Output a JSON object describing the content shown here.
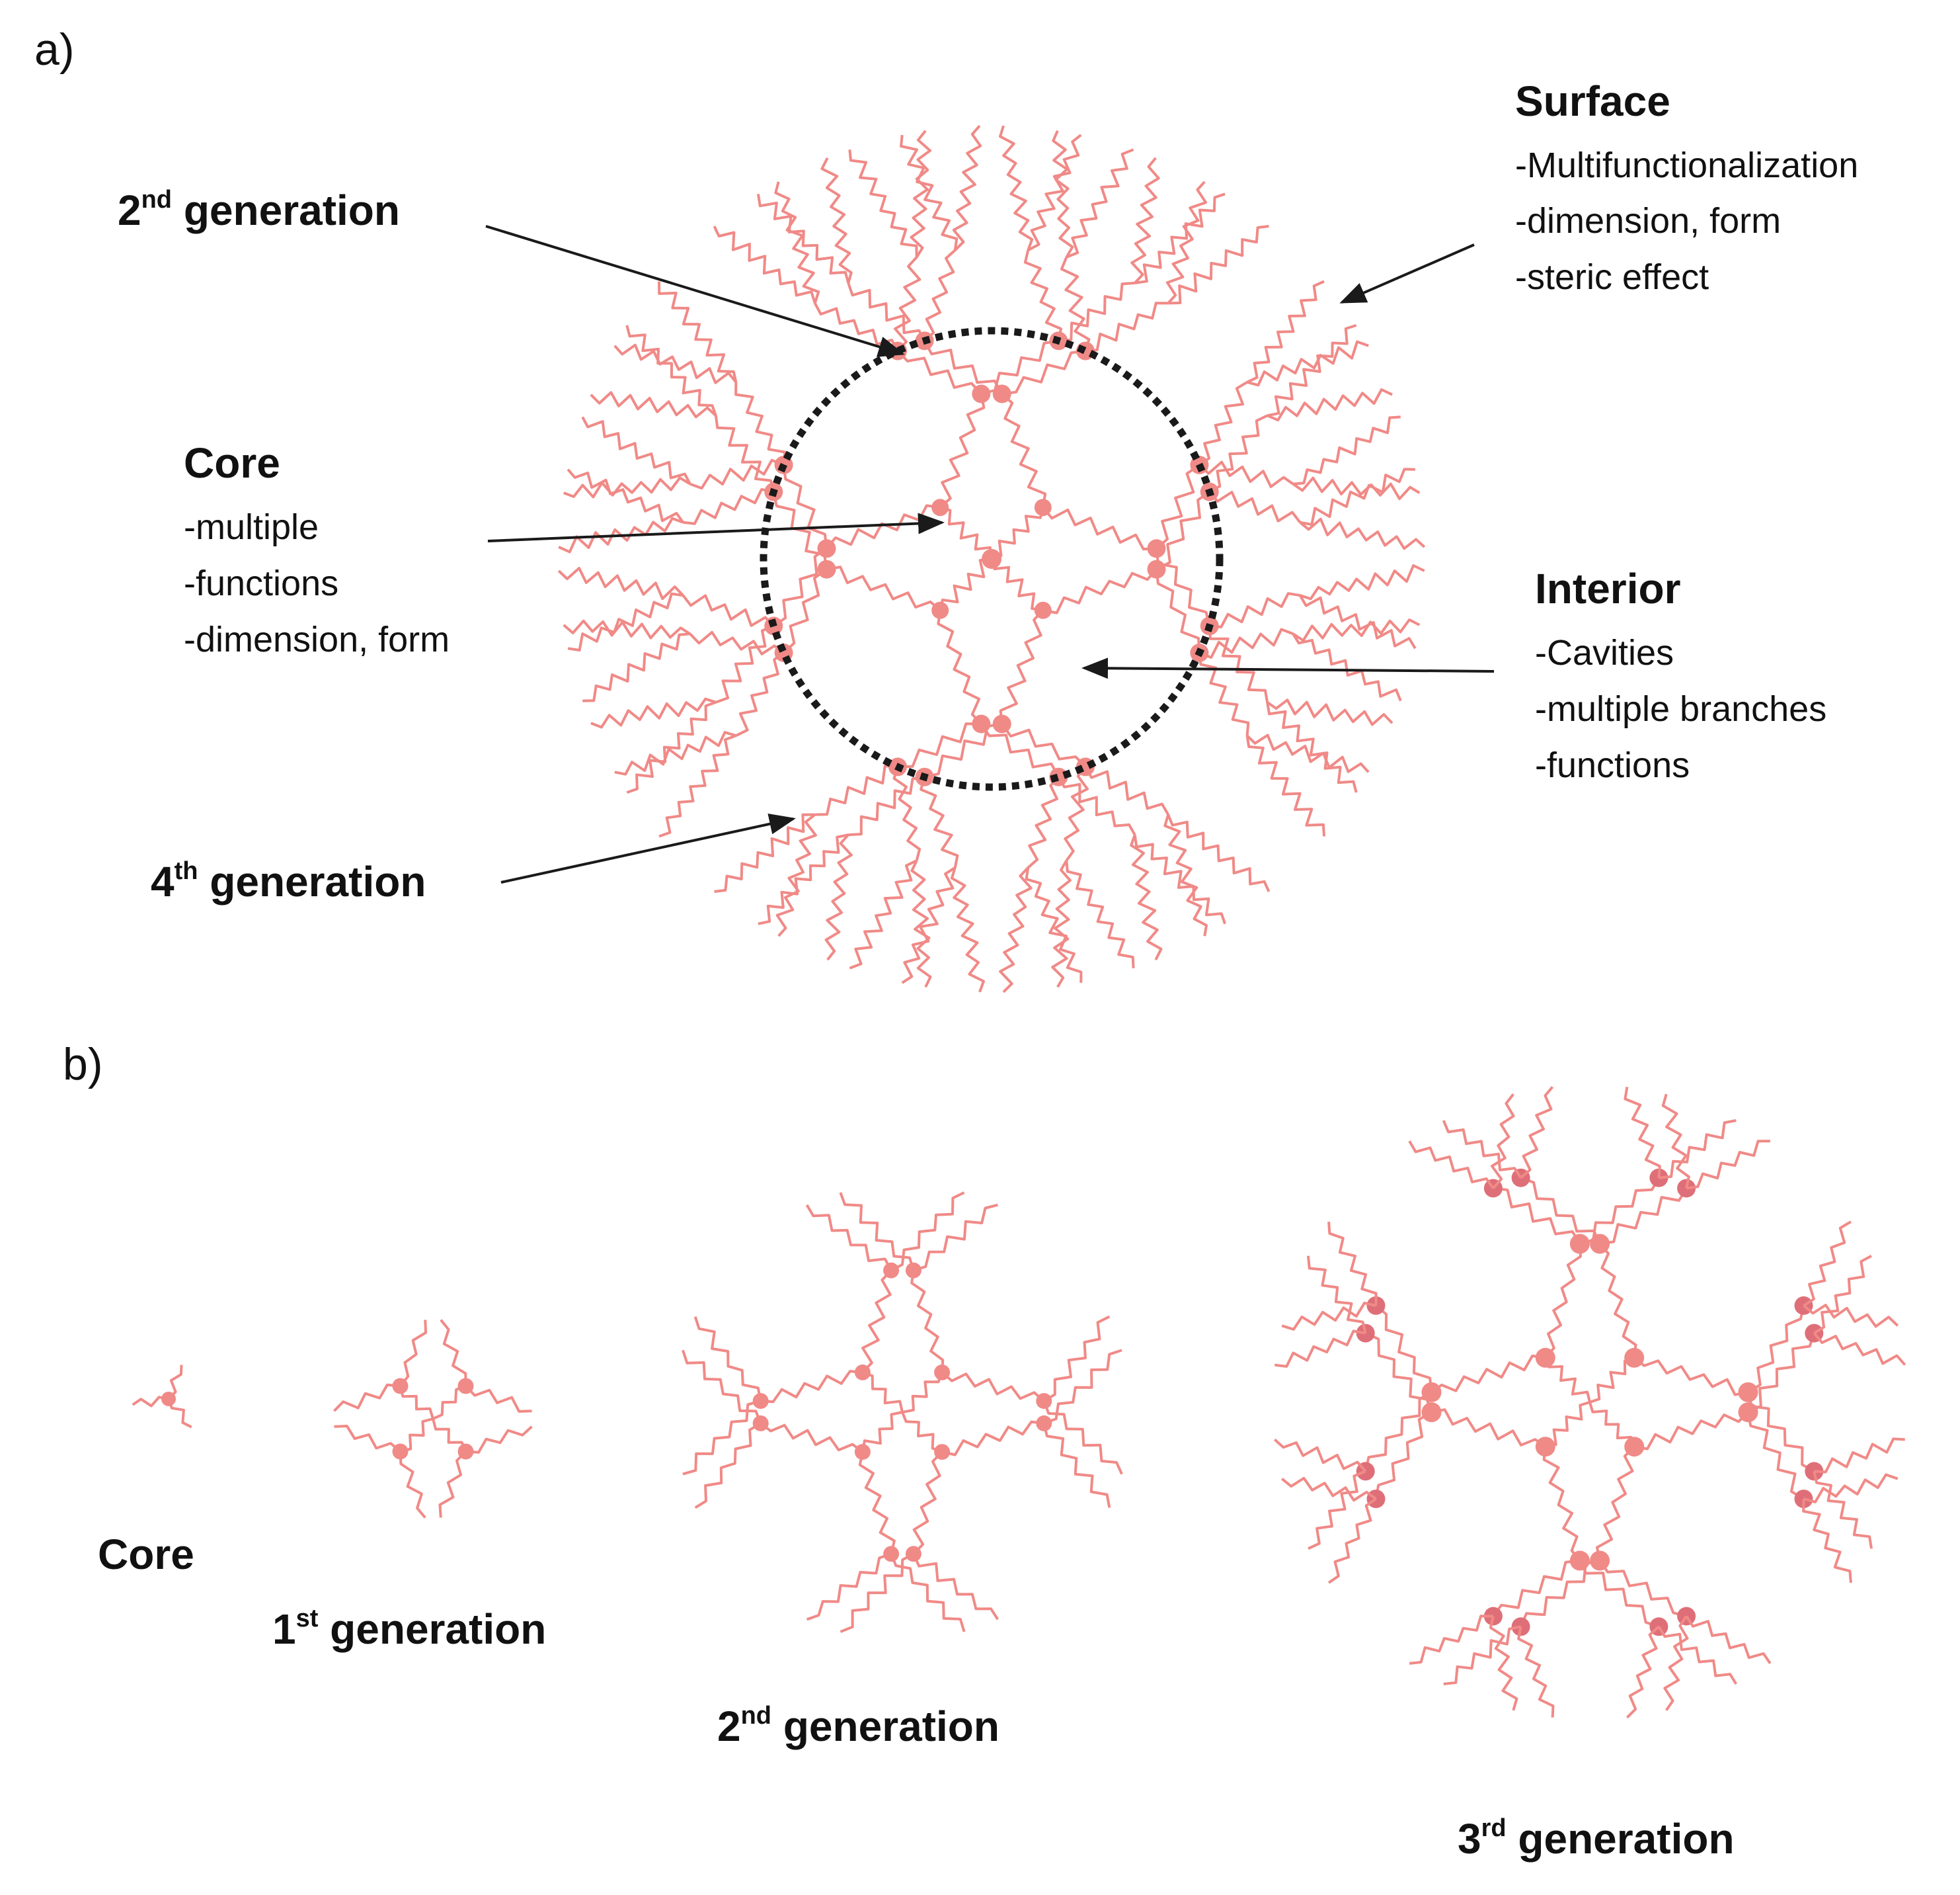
{
  "panel_a": {
    "label": "a)",
    "second_generation": {
      "base": "2",
      "sup": "nd",
      "rest": " generation"
    },
    "fourth_generation": {
      "base": "4",
      "sup": "th",
      "rest": " generation"
    },
    "core": {
      "title": "Core",
      "items": [
        "-multiple",
        "-functions",
        "-dimension, form"
      ]
    },
    "surface": {
      "title": "Surface",
      "items": [
        "-Multifunctionalization",
        "-dimension, form",
        "-steric effect"
      ]
    },
    "interior": {
      "title": "Interior",
      "items": [
        "-Cavities",
        "-multiple branches",
        "-functions"
      ]
    }
  },
  "panel_b": {
    "label": "b)",
    "core": "Core",
    "first_generation": {
      "base": "1",
      "sup": "st",
      "rest": " generation"
    },
    "second_generation": {
      "base": "2",
      "sup": "nd",
      "rest": " generation"
    },
    "third_generation": {
      "base": "3",
      "sup": "rd",
      "rest": " generation"
    }
  },
  "colors": {
    "branch": "#f08a87",
    "node": "#f08a87",
    "node_dark": "#de6f78",
    "arrow": "#1a1a1a",
    "boundary": "#1a1a1a"
  }
}
